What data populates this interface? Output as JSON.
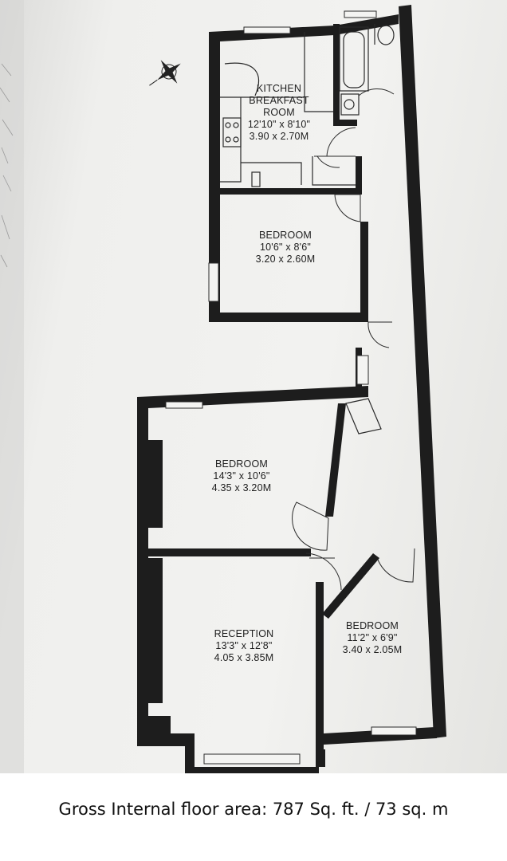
{
  "rooms": {
    "kitchen": {
      "name_line1": "KITCHEN",
      "name_line2": "BREAKFAST",
      "name_line3": "ROOM",
      "imperial": "12'10\" x 8'10\"",
      "metric": "3.90 x 2.70M"
    },
    "bedroom1": {
      "name": "BEDROOM",
      "imperial": "10'6\" x 8'6\"",
      "metric": "3.20 x 2.60M"
    },
    "bedroom2": {
      "name": "BEDROOM",
      "imperial": "14'3\" x 10'6\"",
      "metric": "4.35 x 3.20M"
    },
    "reception": {
      "name": "RECEPTION",
      "imperial": "13'3\" x 12'8\"",
      "metric": "4.05 x 3.85M"
    },
    "bedroom3": {
      "name": "BEDROOM",
      "imperial": "11'2\" x 6'9\"",
      "metric": "3.40 x 2.05M"
    }
  },
  "footer": {
    "area_text": "Gross Internal floor area: 787 Sq. ft. / 73 sq. m"
  },
  "icons": {
    "compass": "compass-rose-icon"
  }
}
